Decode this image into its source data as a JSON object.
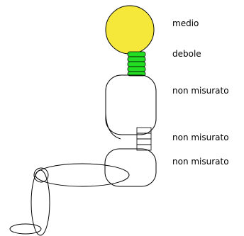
{
  "colors": {
    "head": "#f5e83a",
    "neck_segments": "#22dd22",
    "outline": "#000000",
    "background": "#ffffff"
  },
  "labels": {
    "head": "medio",
    "neck": "debole",
    "upper_body": "non misurato",
    "waist": "non misurato",
    "hips": "non misurato"
  }
}
